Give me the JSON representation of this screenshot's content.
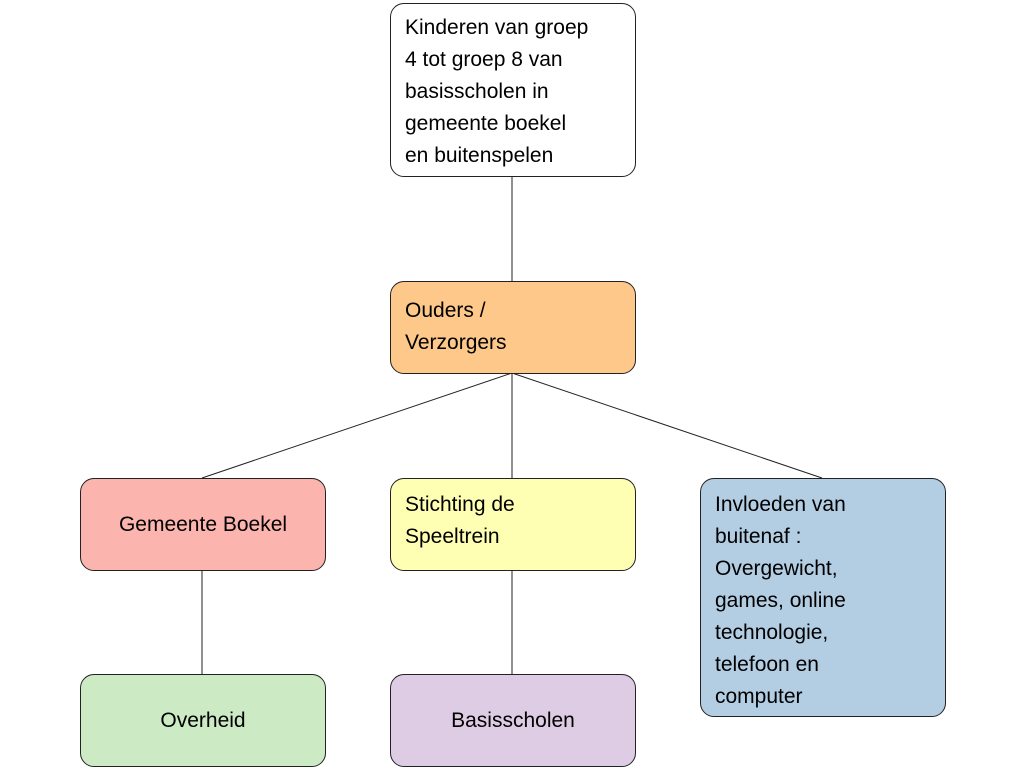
{
  "nodes": {
    "top": {
      "lines": [
        "Kinderen van groep",
        "4 tot groep 8 van",
        "basisscholen in",
        "gemeente boekel",
        "en buitenspelen"
      ],
      "color": "#FFFFFF"
    },
    "ouders": {
      "lines": [
        "Ouders /",
        "Verzorgers"
      ],
      "color": "#FDC88A"
    },
    "gemeente": {
      "lines": [
        "Gemeente Boekel"
      ],
      "color": "#FBB4AE"
    },
    "stichting": {
      "lines": [
        "Stichting de",
        "Speeltrein"
      ],
      "color": "#FFFFB3"
    },
    "invloeden": {
      "lines": [
        "Invloeden van",
        "buitenaf :",
        "Overgewicht,",
        "games, online",
        "technologie,",
        "telefoon en",
        "computer"
      ],
      "color": "#B3CDE3"
    },
    "overheid": {
      "lines": [
        "Overheid"
      ],
      "color": "#CCEBC5"
    },
    "basisscholen": {
      "lines": [
        "Basisscholen"
      ],
      "color": "#DECBE4"
    }
  }
}
